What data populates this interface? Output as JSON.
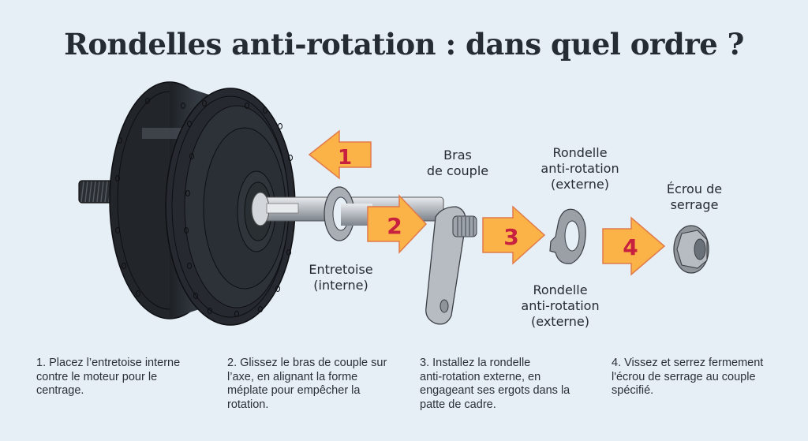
{
  "title": "Rondelles anti-rotation : dans quel ordre ?",
  "colors": {
    "background": "#e6eef6",
    "arrow_fill": "#fbb347",
    "arrow_stroke": "#e07a4a",
    "arrow_number": "#c8203f",
    "motor_dark": "#2b3036",
    "metal": "#b9bec4"
  },
  "arrows": [
    {
      "number": "1",
      "direction": "left"
    },
    {
      "number": "2",
      "direction": "right"
    },
    {
      "number": "3",
      "direction": "right"
    },
    {
      "number": "4",
      "direction": "right"
    }
  ],
  "labels": {
    "spacer": [
      "Entretoise",
      "(interne)"
    ],
    "torque_arm": [
      "Bras",
      "de couple"
    ],
    "washer_top": [
      "Rondelle",
      "anti-rotation",
      "(externe)"
    ],
    "washer_bottom": [
      "Rondelle",
      "anti-rotation",
      "(externe)"
    ],
    "nut": [
      "Écrou de",
      "serrage"
    ]
  },
  "steps": [
    {
      "lines": [
        "1. Placez l’entretoise interne",
        "contre le moteur pour le",
        "centrage."
      ]
    },
    {
      "lines": [
        "2. Glissez le bras de couple sur",
        "l’axe, en alignant la forme",
        "méplate pour empêcher la",
        "rotation."
      ]
    },
    {
      "lines": [
        "3. Installez la rondelle",
        "anti-rotation externe, en",
        "engageant ses ergots dans la",
        "patte de cadre."
      ]
    },
    {
      "lines": [
        "4. Vissez et serrez fermement",
        "l'écrou de serrage au couple",
        "spécifié."
      ]
    }
  ]
}
